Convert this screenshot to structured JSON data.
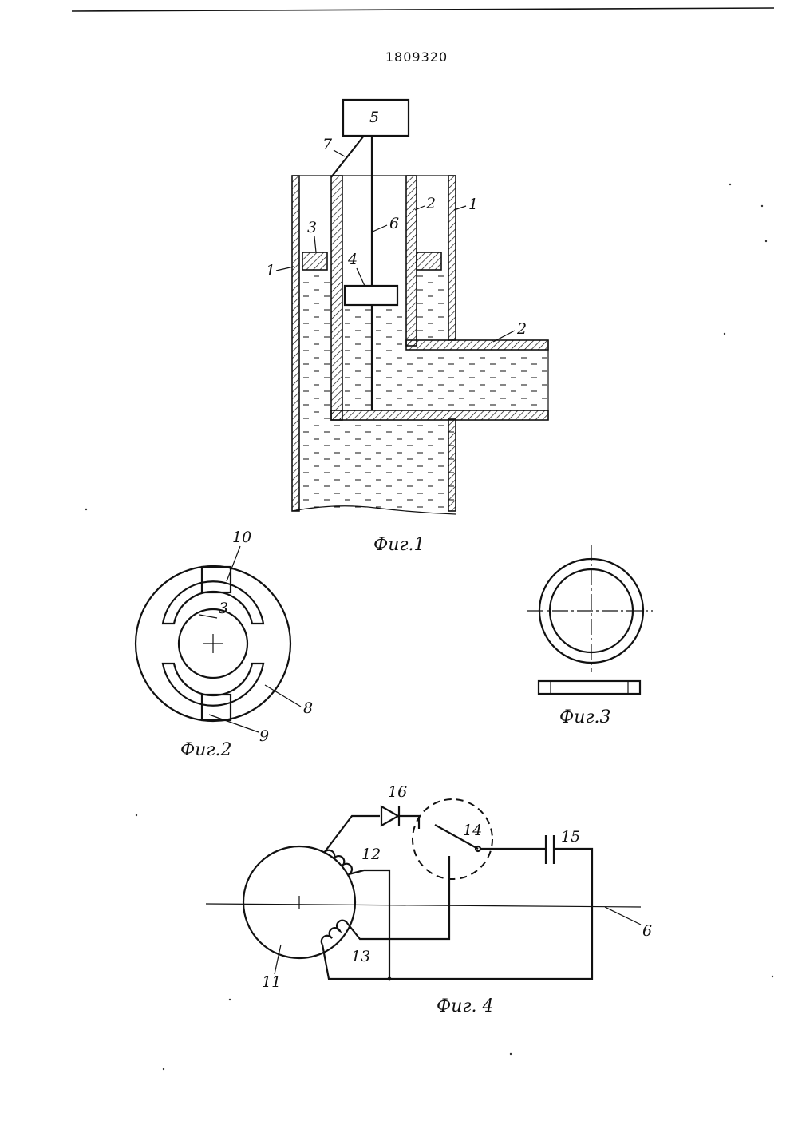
{
  "document_number": "1809320",
  "figures": {
    "fig1": {
      "caption": "Фиг.1",
      "labels": [
        "5",
        "7",
        "6",
        "2",
        "1",
        "3",
        "4",
        "1",
        "2"
      ]
    },
    "fig2": {
      "caption": "Фиг.2",
      "labels": [
        "10",
        "3",
        "8",
        "9"
      ]
    },
    "fig3": {
      "caption": "Фиг.3"
    },
    "fig4": {
      "caption": "Фиг. 4",
      "labels": [
        "16",
        "14",
        "15",
        "12",
        "13",
        "11",
        "6"
      ]
    }
  }
}
